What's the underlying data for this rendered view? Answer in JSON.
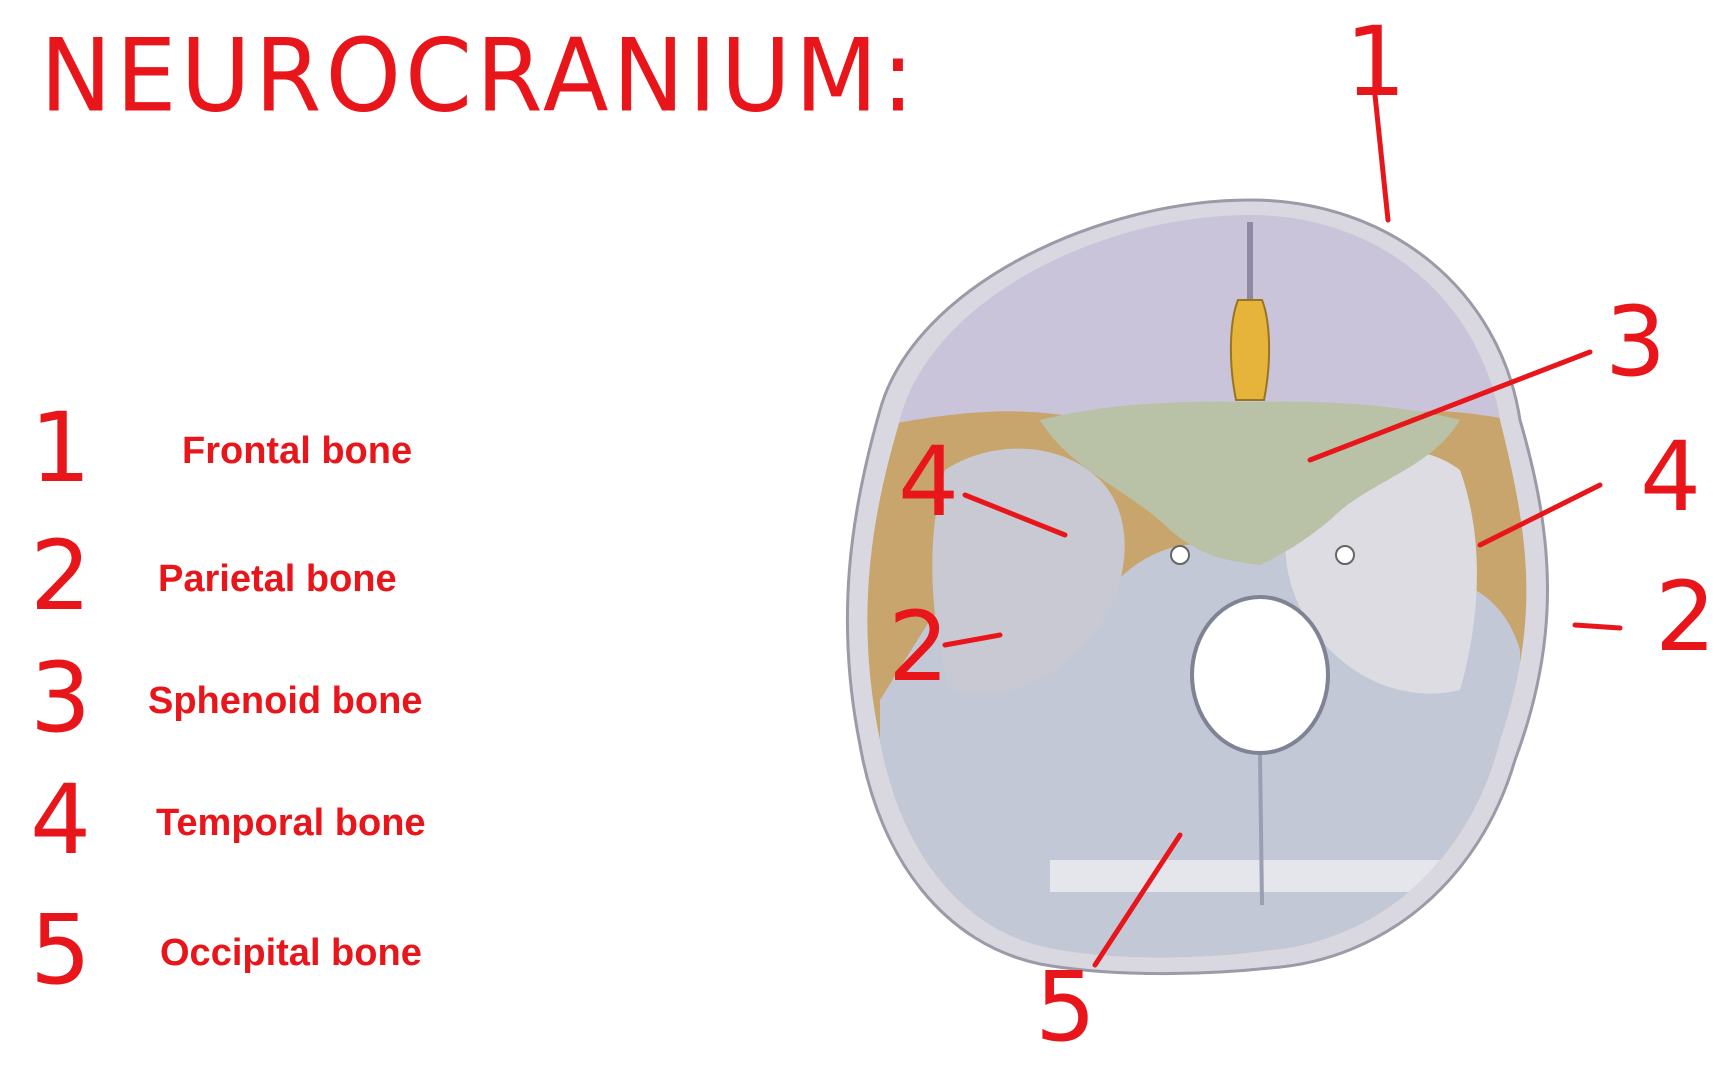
{
  "title": "NEUROCRANIUM:",
  "legend": [
    {
      "number": "1",
      "label": "Frontal bone"
    },
    {
      "number": "2",
      "label": "Parietal bone"
    },
    {
      "number": "3",
      "label": "Sphenoid bone"
    },
    {
      "number": "4",
      "label": "Temporal bone"
    },
    {
      "number": "5",
      "label": "Occipital bone"
    }
  ],
  "callouts": {
    "frontal": "1",
    "sphenoid": "3",
    "temporal_left": "4",
    "temporal_right": "4",
    "parietal_left": "2",
    "parietal_right": "2",
    "occipital": "5"
  },
  "colors": {
    "annotation": "#e8161b",
    "frontal": "#c9c4d9",
    "sphenoid": "#b9c2a6",
    "parietal": "#c7a56d",
    "temporal": "#c8c9d2",
    "occipital": "#c3c8d6",
    "ethmoid": "#e6b43a"
  }
}
